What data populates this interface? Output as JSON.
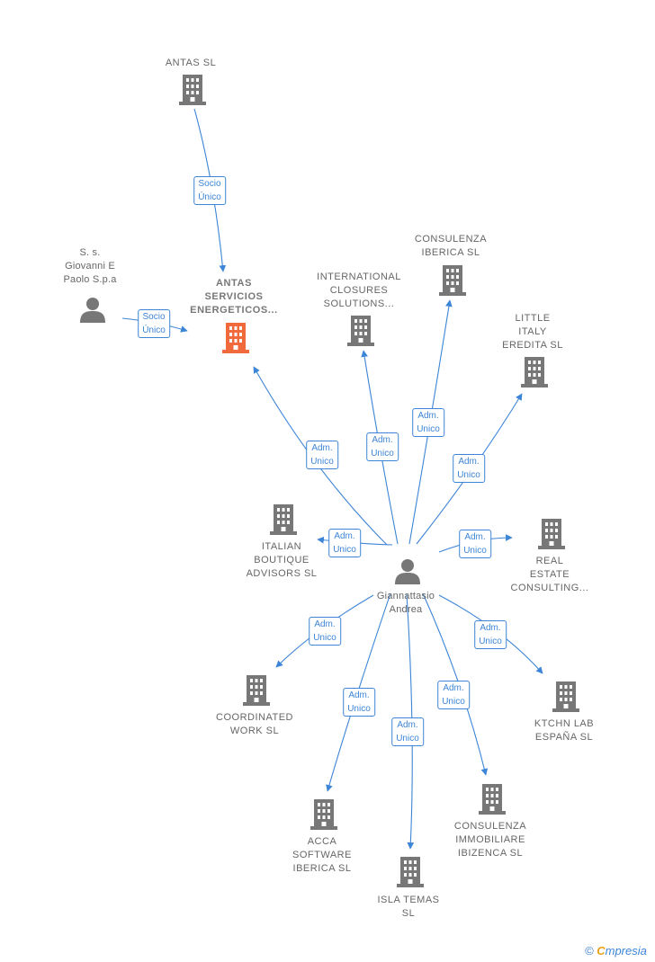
{
  "colors": {
    "edge": "#3d85d6",
    "node": "#777777",
    "main": "#f06a3c"
  },
  "nodes": [
    {
      "id": "antas-sl",
      "label": "ANTAS SL",
      "kind": "company"
    },
    {
      "id": "antas-servicios",
      "label": "ANTAS\nSERVICIOS\nENERGETICOS...",
      "kind": "company",
      "main": true
    },
    {
      "id": "giovanni",
      "label": "S. s.\nGiovanni E\nPaolo S.p.a",
      "kind": "person"
    },
    {
      "id": "consulenza-iberica",
      "label": "CONSULENZA\nIBERICA  SL",
      "kind": "company"
    },
    {
      "id": "international-closures",
      "label": "INTERNATIONAL\nCLOSURES\nSOLUTIONS...",
      "kind": "company"
    },
    {
      "id": "little-italy",
      "label": "LITTLE\nITALY\nEREDITA  SL",
      "kind": "company"
    },
    {
      "id": "italian-boutique",
      "label": "ITALIAN\nBOUTIQUE\nADVISORS  SL",
      "kind": "company"
    },
    {
      "id": "real-estate",
      "label": "REAL\nESTATE\nCONSULTING...",
      "kind": "company"
    },
    {
      "id": "giannattasio",
      "label": "Giannattasio\nAndrea",
      "kind": "person"
    },
    {
      "id": "coordinated",
      "label": "COORDINATED\nWORK  SL",
      "kind": "company"
    },
    {
      "id": "ktchn",
      "label": "KTCHN LAB\nESPAÑA  SL",
      "kind": "company"
    },
    {
      "id": "acca",
      "label": "ACCA\nSOFTWARE\nIBERICA  SL",
      "kind": "company"
    },
    {
      "id": "consulenza-immobiliare",
      "label": "CONSULENZA\nIMMOBILIARE\nIBIZENCA  SL",
      "kind": "company"
    },
    {
      "id": "isla-temas",
      "label": "ISLA TEMAS\nSL",
      "kind": "company"
    }
  ],
  "edges": [
    {
      "from": "antas-sl",
      "to": "antas-servicios",
      "label": "Socio\nÚnico"
    },
    {
      "from": "giovanni",
      "to": "antas-servicios",
      "label": "Socio\nÚnico"
    },
    {
      "from": "giannattasio",
      "to": "antas-servicios",
      "label": "Adm.\nUnico"
    },
    {
      "from": "giannattasio",
      "to": "international-closures",
      "label": "Adm.\nUnico"
    },
    {
      "from": "giannattasio",
      "to": "consulenza-iberica",
      "label": "Adm.\nUnico"
    },
    {
      "from": "giannattasio",
      "to": "little-italy",
      "label": "Adm.\nUnico"
    },
    {
      "from": "giannattasio",
      "to": "italian-boutique",
      "label": "Adm.\nUnico"
    },
    {
      "from": "giannattasio",
      "to": "real-estate",
      "label": "Adm.\nUnico"
    },
    {
      "from": "giannattasio",
      "to": "coordinated",
      "label": "Adm.\nUnico"
    },
    {
      "from": "giannattasio",
      "to": "ktchn",
      "label": "Adm.\nUnico"
    },
    {
      "from": "giannattasio",
      "to": "acca",
      "label": "Adm.\nUnico"
    },
    {
      "from": "giannattasio",
      "to": "isla-temas",
      "label": "Adm.\nUnico"
    },
    {
      "from": "giannattasio",
      "to": "consulenza-immobiliare",
      "label": "Adm.\nUnico"
    }
  ],
  "footer": {
    "copyright": "©",
    "brand_initial": "C",
    "brand_rest": "mpresia"
  }
}
